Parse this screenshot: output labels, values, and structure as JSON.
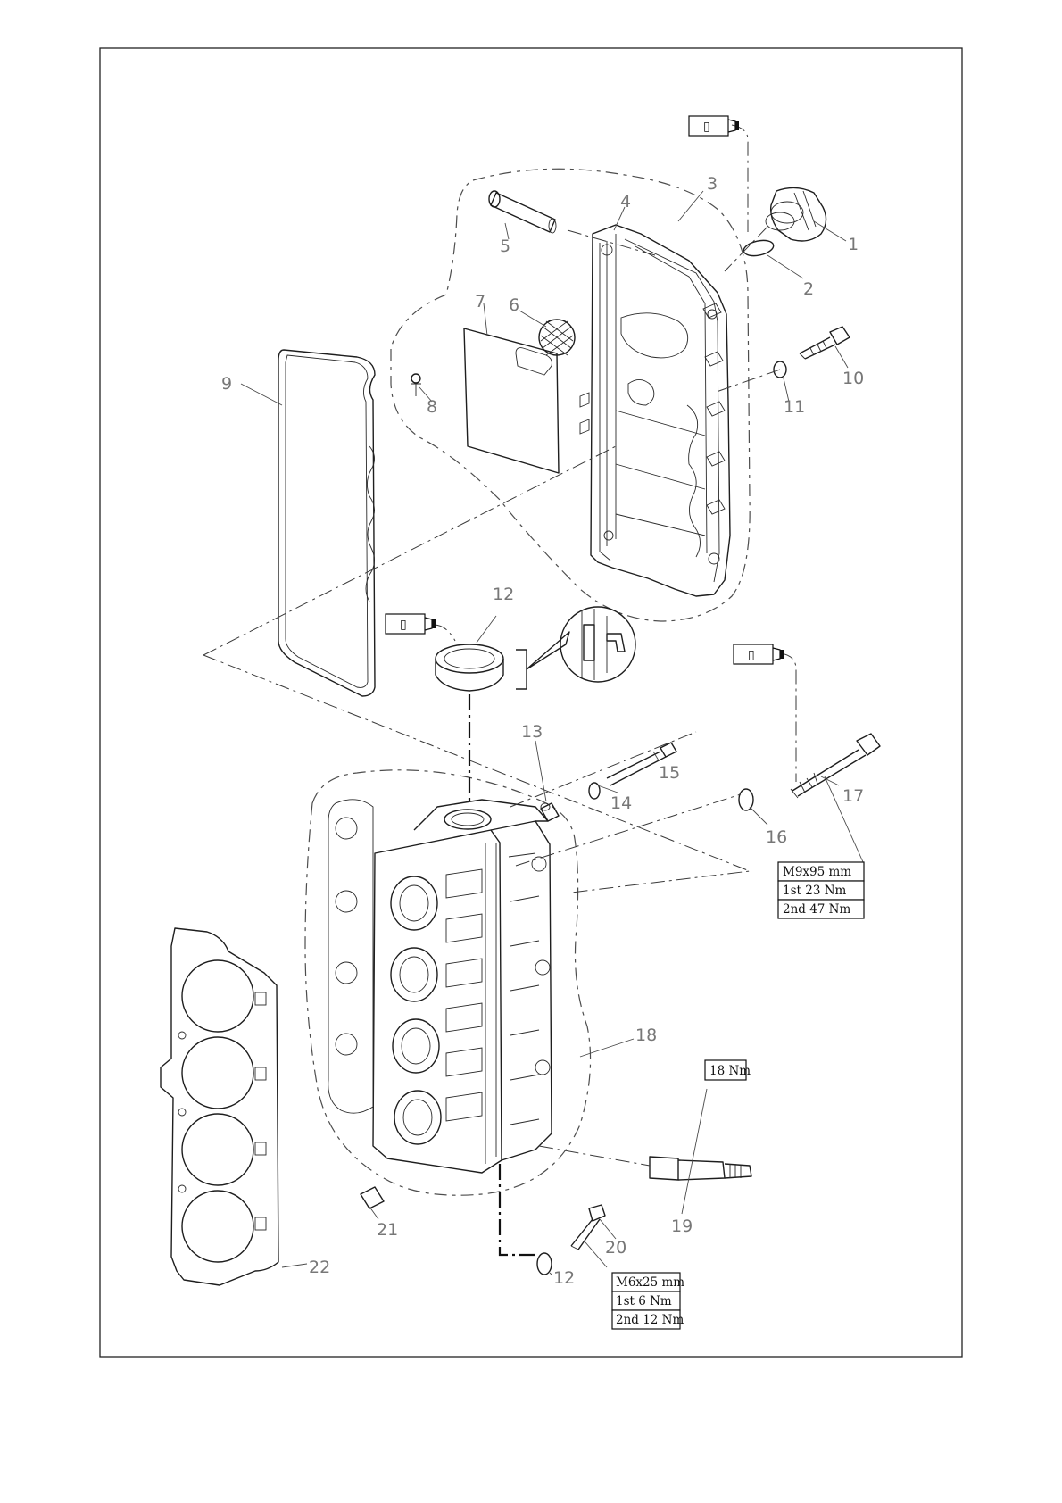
{
  "callouts": [
    "1",
    "2",
    "3",
    "4",
    "5",
    "6",
    "7",
    "8",
    "9",
    "10",
    "11",
    "12",
    "13",
    "14",
    "15",
    "16",
    "17",
    "18",
    "19",
    "20",
    "21",
    "22",
    "12"
  ],
  "torque_specs": {
    "bolt_17": {
      "size": "M9x95 mm",
      "first": "1st 23 Nm",
      "second": "2nd 47 Nm"
    },
    "bolt_20": {
      "size": "M6x25 mm",
      "first": "1st 6 Nm",
      "second": "2nd 12 Nm"
    },
    "spark_plug": {
      "value": "18 Nm"
    }
  },
  "symbols": {
    "lubricant_glyph": "▯"
  },
  "icons": {
    "lubricant": "lubricant-tube-icon"
  }
}
